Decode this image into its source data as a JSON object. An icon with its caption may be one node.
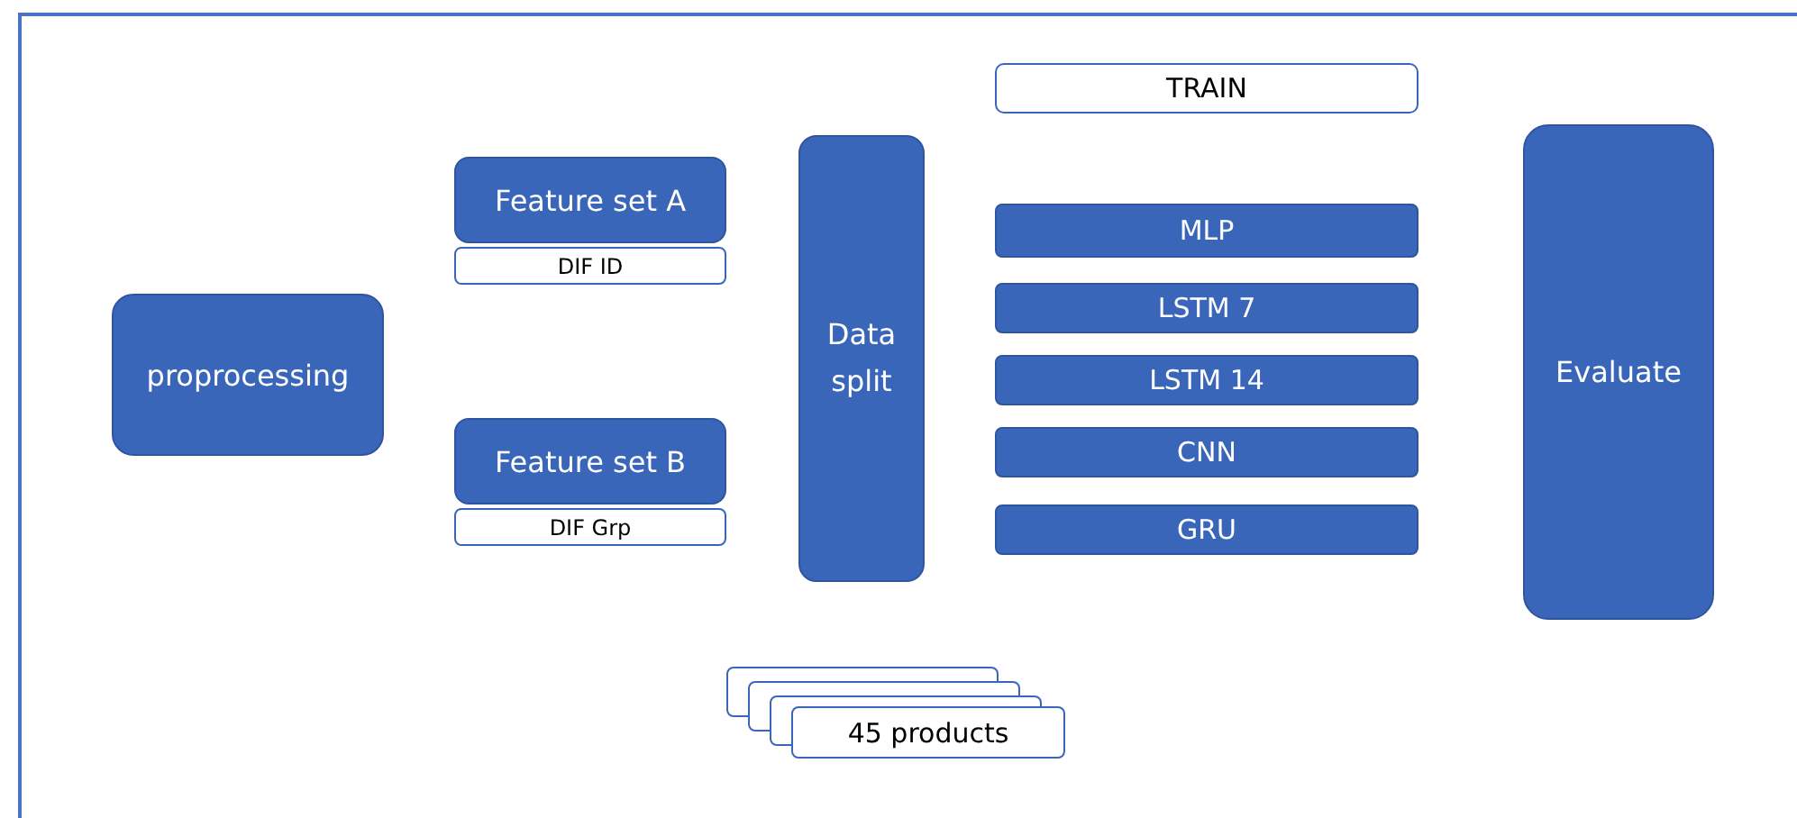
{
  "diagram": {
    "nodes": [
      {
        "text": [
          "proprocessing"
        ]
      },
      {
        "text": [
          "Feature set A"
        ]
      },
      {
        "text": [
          "DIF ID"
        ]
      },
      {
        "text": [
          "Feature set B"
        ]
      },
      {
        "text": [
          "DIF Grp"
        ]
      },
      {
        "text": [
          "Data split"
        ]
      },
      {
        "text": [
          "TRAIN"
        ]
      },
      {
        "text": [
          "MLP"
        ]
      },
      {
        "text": [
          "LSTM 7"
        ]
      },
      {
        "text": [
          "LSTM 14"
        ]
      },
      {
        "text": [
          "CNN"
        ]
      },
      {
        "text": [
          "GRU"
        ]
      },
      {
        "text": [
          "Evaluate"
        ]
      },
      {
        "text": [
          "45 products"
        ]
      }
    ]
  }
}
